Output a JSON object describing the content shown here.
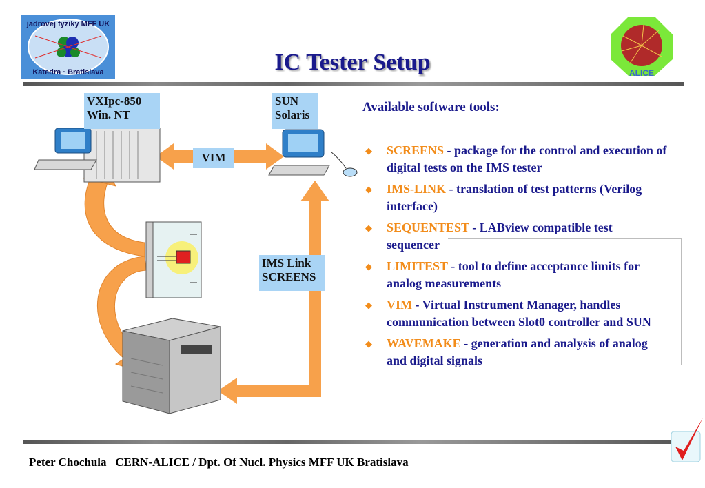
{
  "logo_left": {
    "text": "Katedra jadrovej fyziky MFF UK Bratislava"
  },
  "logo_right": {
    "text": "ALICE"
  },
  "title": "IC Tester Setup",
  "labels": {
    "vxi": "VXIpc-850\nWin. NT",
    "sun": "SUN\nSolaris",
    "vim": "VIM",
    "ims": "IMS Link\nSCREENS"
  },
  "tools": {
    "heading": "Available software tools:",
    "items": [
      {
        "name": "SCREENS",
        "desc": " - package for the control and execution of digital tests on the IMS tester"
      },
      {
        "name": "IMS-LINK",
        "desc": " - translation of test patterns (Verilog interface)"
      },
      {
        "name": "SEQUENTEST",
        "desc": " - LABview compatible test sequencer"
      },
      {
        "name": "LIMITEST",
        "desc": " - tool to define acceptance limits for analog measurements"
      },
      {
        "name": "VIM",
        "desc": " - Virtual Instrument Manager, handles communication between Slot0 controller and SUN"
      },
      {
        "name": "WAVEMAKE",
        "desc": " - generation and analysis of analog and digital signals"
      }
    ]
  },
  "footer": "Peter Chochula   CERN-ALICE / Dpt. Of Nucl. Physics MFF UK Bratislava",
  "colors": {
    "title": "#1a1a8c",
    "accent": "#f28c1a",
    "label_bg": "#a9d4f5"
  }
}
